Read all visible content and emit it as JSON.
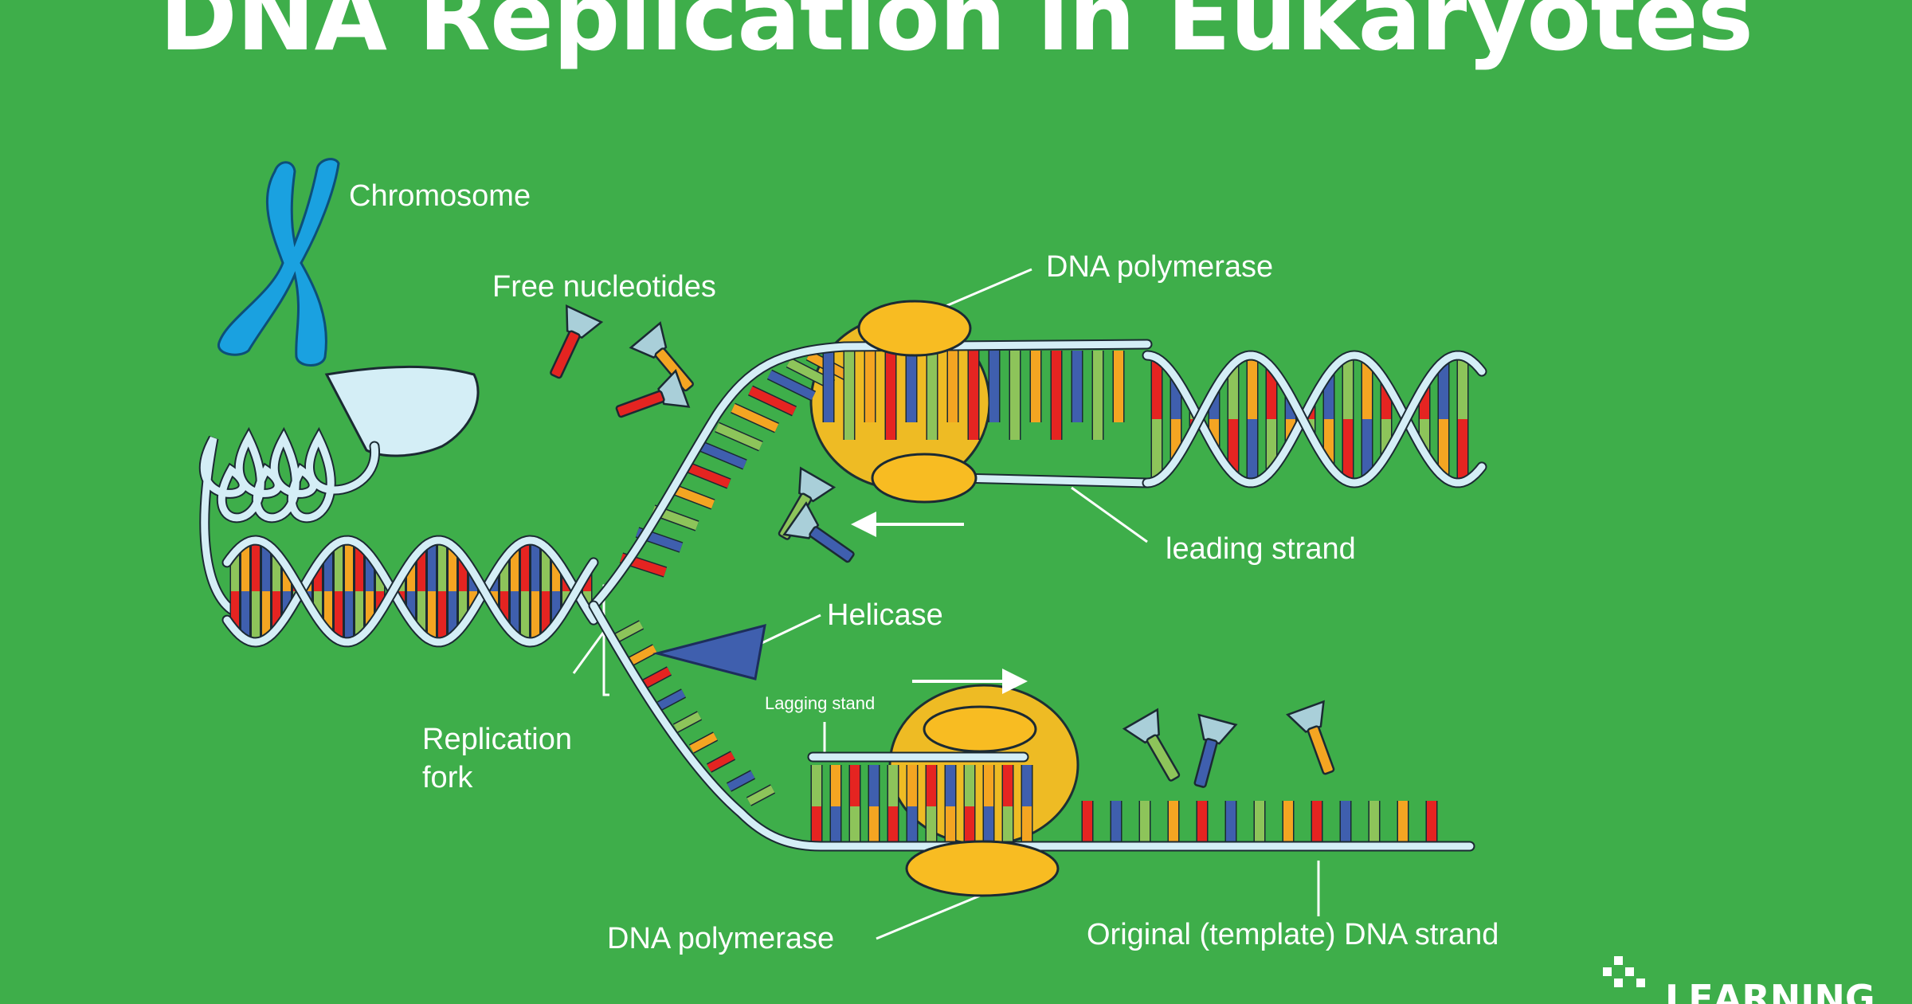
{
  "title": "DNA Replication in Eukaryotes",
  "labels": {
    "chromosome": "Chromosome",
    "free_nucleotides": "Free nucleotides",
    "dna_polymerase_top": "DNA polymerase",
    "leading_strand": "leading strand",
    "helicase": "Helicase",
    "replication_fork_line1": "Replication",
    "replication_fork_line2": "fork",
    "lagging_strand": "Lagging stand",
    "dna_polymerase_bottom": "DNA polymerase",
    "template_strand": "Original (template) DNA strand"
  },
  "brand": "LEARNING",
  "colors": {
    "background": "#3eae4a",
    "strand": "#d4eef6",
    "strand_outline": "#1b2a33",
    "chromosome": "#1aa1e0",
    "polymerase": "#f8bc22",
    "helicase": "#3f5fae",
    "base_red": "#e52421",
    "base_blue": "#3f5fae",
    "base_green": "#8dc45a",
    "base_orange": "#f4a522",
    "label": "#ffffff"
  },
  "icons": {
    "chromosome": "chromosome-icon",
    "helicase": "helicase-icon",
    "polymerase": "dna-polymerase-icon",
    "arrow_left": "arrow-left-icon",
    "arrow_right": "arrow-right-icon",
    "logo": "learning-logo-icon"
  }
}
